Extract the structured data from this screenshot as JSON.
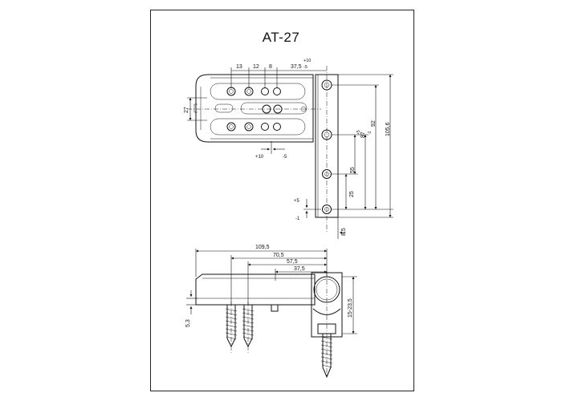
{
  "title": "AT-27",
  "top_view": {
    "dims": {
      "d13": "13",
      "d12": "12",
      "d8": "8",
      "d375": "37,5",
      "tol_plus10": "+10",
      "tol_minus5": "-5",
      "d27": "27",
      "adj_plus10": "+10",
      "adj_minus5": "-5",
      "d1056": "105,6",
      "d92": "92",
      "d87": "87",
      "d87_tol_plus": "+5",
      "d87_tol_minus": "-1",
      "d55": "55",
      "d25": "25",
      "v_plus5": "+5",
      "v_minus1": "-1",
      "d85": "8,5"
    }
  },
  "side_view": {
    "dims": {
      "d1095": "109,5",
      "d705": "70,5",
      "d575": "57,5",
      "d375": "37,5",
      "d1523": "15-23,5",
      "d53": "5,3"
    }
  }
}
